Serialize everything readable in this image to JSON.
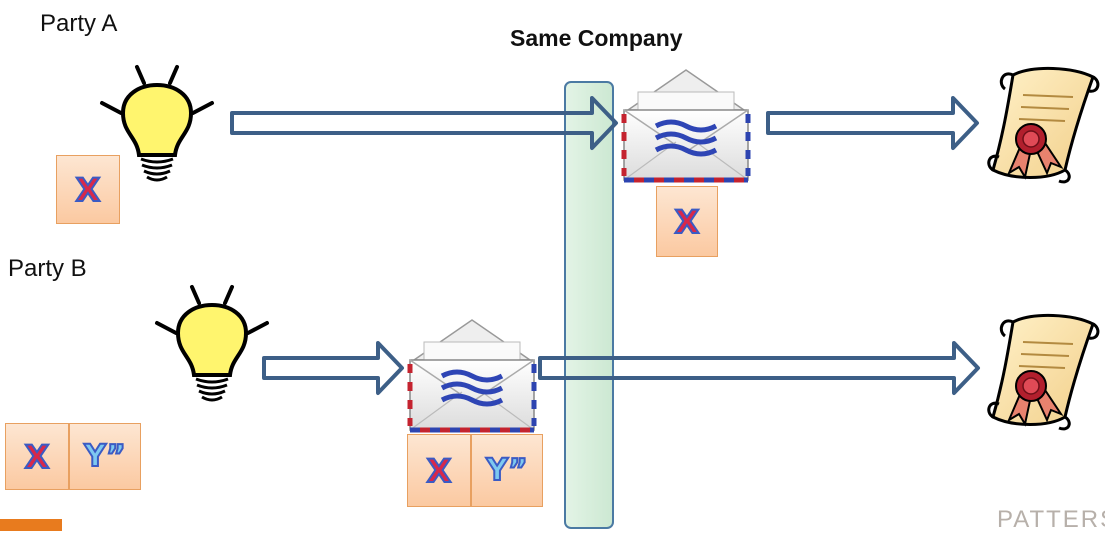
{
  "labels": {
    "party_a": "Party A",
    "party_b": "Party B",
    "same_company": "Same Company",
    "watermark": "PATTERSO"
  },
  "boxes": {
    "x": "X",
    "y": "Y”"
  },
  "icons": [
    "lightbulb-icon",
    "envelope-icon",
    "certificate-scroll-icon",
    "arrow-right-icon"
  ],
  "colors": {
    "arrow_stroke": "#3d5f87",
    "band_fill": "#d2ecd8",
    "band_stroke": "#4b7aa3",
    "box_border": "#e8a060",
    "bulb": "#fff56e"
  }
}
